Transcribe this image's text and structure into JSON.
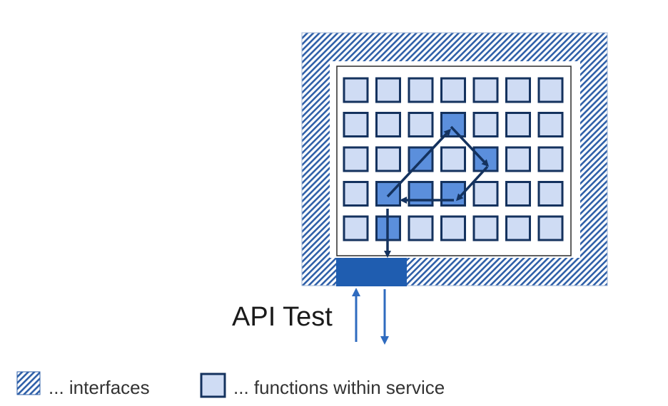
{
  "diagram": {
    "api_label": "API Test",
    "legend": {
      "interfaces_label": "... interfaces",
      "functions_label": "... functions within service"
    },
    "grid": {
      "rows": 5,
      "cols": 7,
      "highlighted": [
        [
          1,
          3
        ],
        [
          2,
          2
        ],
        [
          2,
          4
        ],
        [
          3,
          1
        ],
        [
          3,
          2
        ],
        [
          3,
          3
        ],
        [
          4,
          1
        ]
      ]
    },
    "colors": {
      "hatch": "#2e5fa8",
      "cell_fill": "#cfdcf4",
      "cell_highlight": "#5b8fdc",
      "cell_border": "#14325e",
      "interface_block": "#1f5db0",
      "flow_arrow": "#14325e",
      "io_arrow": "#2f6bbf"
    }
  }
}
